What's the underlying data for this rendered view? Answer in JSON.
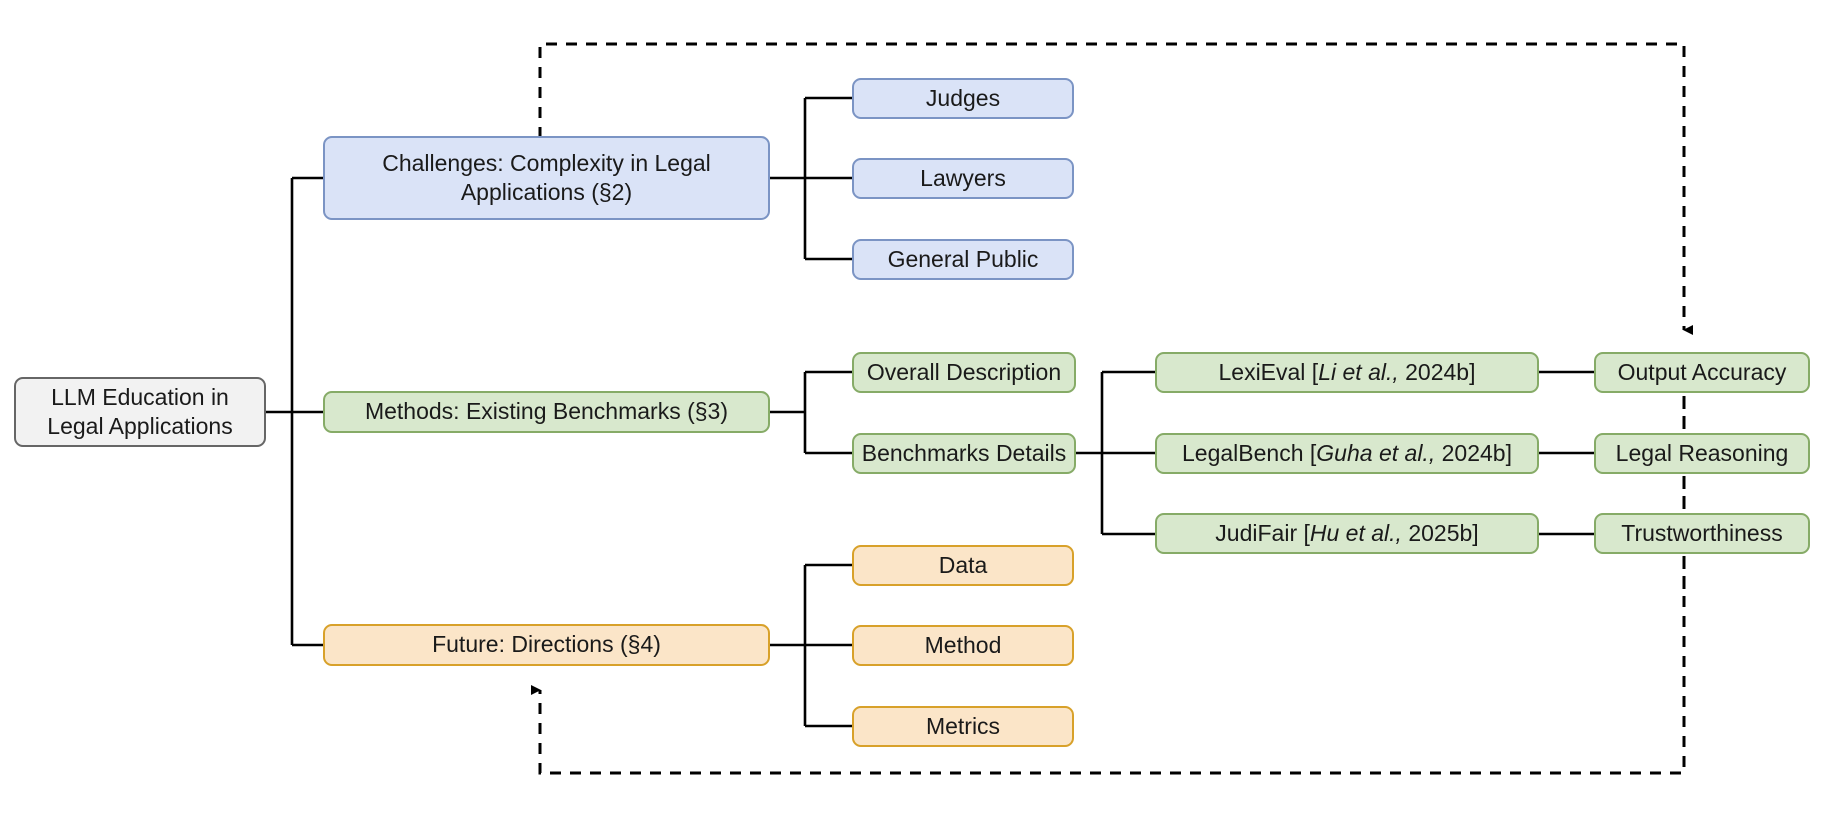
{
  "diagram": {
    "title": "LLM Education in Legal Applications taxonomy",
    "colors": {
      "root_fill": "#f2f2f2",
      "root_stroke": "#666666",
      "blue_fill": "#dae3f7",
      "blue_stroke": "#7b94c4",
      "green_fill": "#d8e8cd",
      "green_stroke": "#86ab67",
      "orange_fill": "#fbe5c8",
      "orange_stroke": "#d8a12a",
      "connector": "#000000"
    },
    "root": {
      "line1": "LLM Education in",
      "line2": "Legal Applications"
    },
    "branches": {
      "challenges": {
        "line1": "Challenges: Complexity in Legal",
        "line2": "Applications (§2)",
        "children": [
          {
            "label": "Judges"
          },
          {
            "label": "Lawyers"
          },
          {
            "label": "General Public"
          }
        ]
      },
      "methods": {
        "label": "Methods: Existing Benchmarks (§3)",
        "children": [
          {
            "label": "Overall Description"
          },
          {
            "label": "Benchmarks Details"
          }
        ],
        "benchmarks": [
          {
            "name": "LexiEval",
            "citation_italic": "Li et al.,",
            "citation_year": "2024b",
            "aspect": "Output Accuracy"
          },
          {
            "name": "LegalBench",
            "citation_italic": "Guha et al.,",
            "citation_year": "2024b",
            "aspect": "Legal Reasoning"
          },
          {
            "name": "JudiFair",
            "citation_italic": "Hu et al.,",
            "citation_year": "2025b",
            "aspect": "Trustworthiness"
          }
        ]
      },
      "future": {
        "label": "Future: Directions (§4)",
        "children": [
          {
            "label": "Data"
          },
          {
            "label": "Method"
          },
          {
            "label": "Metrics"
          }
        ]
      }
    }
  }
}
